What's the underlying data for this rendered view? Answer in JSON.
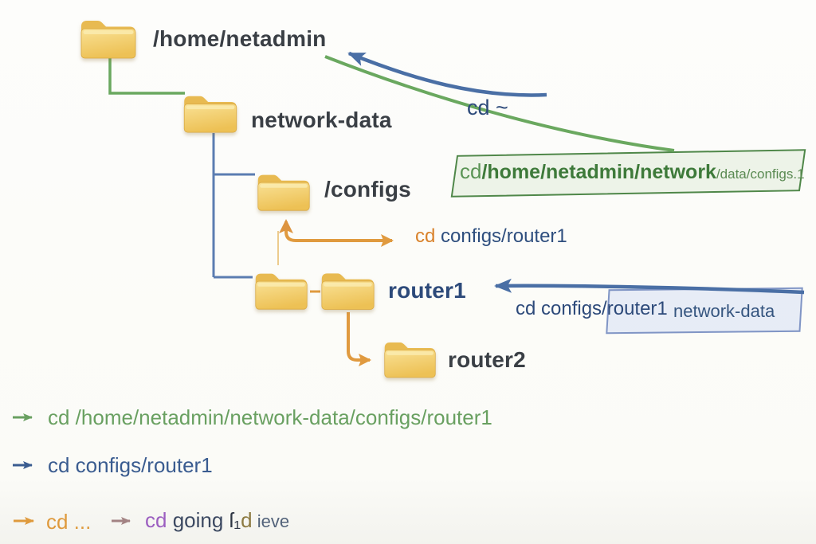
{
  "palette": {
    "green_line": "#6aa85f",
    "blue_line": "#4a6fa5",
    "blue_text": "#2d4a7a",
    "orange": "#e09a3f",
    "orange_text": "#d9822b",
    "charcoal_text": "#3a3f45",
    "legend_green_text": "#69a061",
    "purple_text": "#9c5fc0",
    "mauve_arrow": "#a38383",
    "green_box_bg": "#ebf2e6",
    "green_box_border": "#4f8749",
    "blue_box_bg": "#e0e7f5",
    "blue_box_border": "#8095c5",
    "folder_yellow": "#f2cf6b"
  },
  "nodes": {
    "home": "/home/netadmin",
    "network_data": "network-data",
    "configs": "/configs",
    "router1": "router1",
    "router2": "router2"
  },
  "annotations": {
    "cd_home": "cd ~",
    "green_box_cmd": "cd ",
    "green_box_path": "/home/netadmin/network",
    "green_box_path_small": "/data/configs.1",
    "orange_cmd": "cd ",
    "orange_path": "configs/router1",
    "blue_cmd": "cd configs/router1",
    "blue_box_ghost": "network-data"
  },
  "legend": {
    "line1": "cd /home/netadmin/network-data/configs/router1",
    "line2": "cd configs/router1",
    "line3_cmd": "cd ...",
    "line3b_cmd": "cd",
    "line3b_word": " going ",
    "line3b_glyph": "ſ₁",
    "line3b_glyph_d": "d",
    "line3b_tail": " ieve"
  }
}
